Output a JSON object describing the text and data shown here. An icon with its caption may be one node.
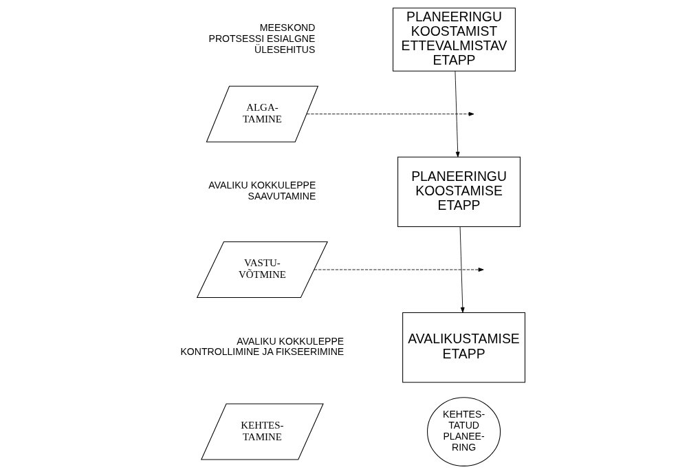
{
  "diagram": {
    "nodes": [
      {
        "text": [
          "PLANEERINGU KOOSTAMIST ETTEVALMISTAV ETAPP"
        ]
      },
      {
        "text": [
          "PLANEERINGU KOOSTAMISE ETAPP"
        ]
      },
      {
        "text": [
          "AVALIKUSTAMISE ETAPP"
        ]
      },
      {
        "text": [
          "KEHTES- TATUD PLANEE- RING"
        ]
      },
      {
        "text": [
          "ALGA- TAMINE"
        ]
      },
      {
        "text": [
          "VASTU- VÕTMINE"
        ]
      },
      {
        "text": [
          "KEHTES- TAMINE"
        ]
      }
    ],
    "edges": [
      {
        "from": 0,
        "to": 1,
        "arrow": "to"
      },
      {
        "from": 1,
        "to": 2,
        "arrow": "to"
      },
      {
        "from": 4,
        "to": null,
        "arrow": "to",
        "style": "dashed"
      },
      {
        "from": 5,
        "to": null,
        "arrow": "to",
        "style": "dashed"
      }
    ],
    "labels": [
      "MEESKOND PROTSESSI ESIALGNE ÜLESEHITUS",
      "AVALIKU KOKKULEPPE SAAVUTAMINE",
      "AVALIKU KOKKULEPPE KONTROLLIMINE JA FIKSEERIMINE"
    ]
  }
}
